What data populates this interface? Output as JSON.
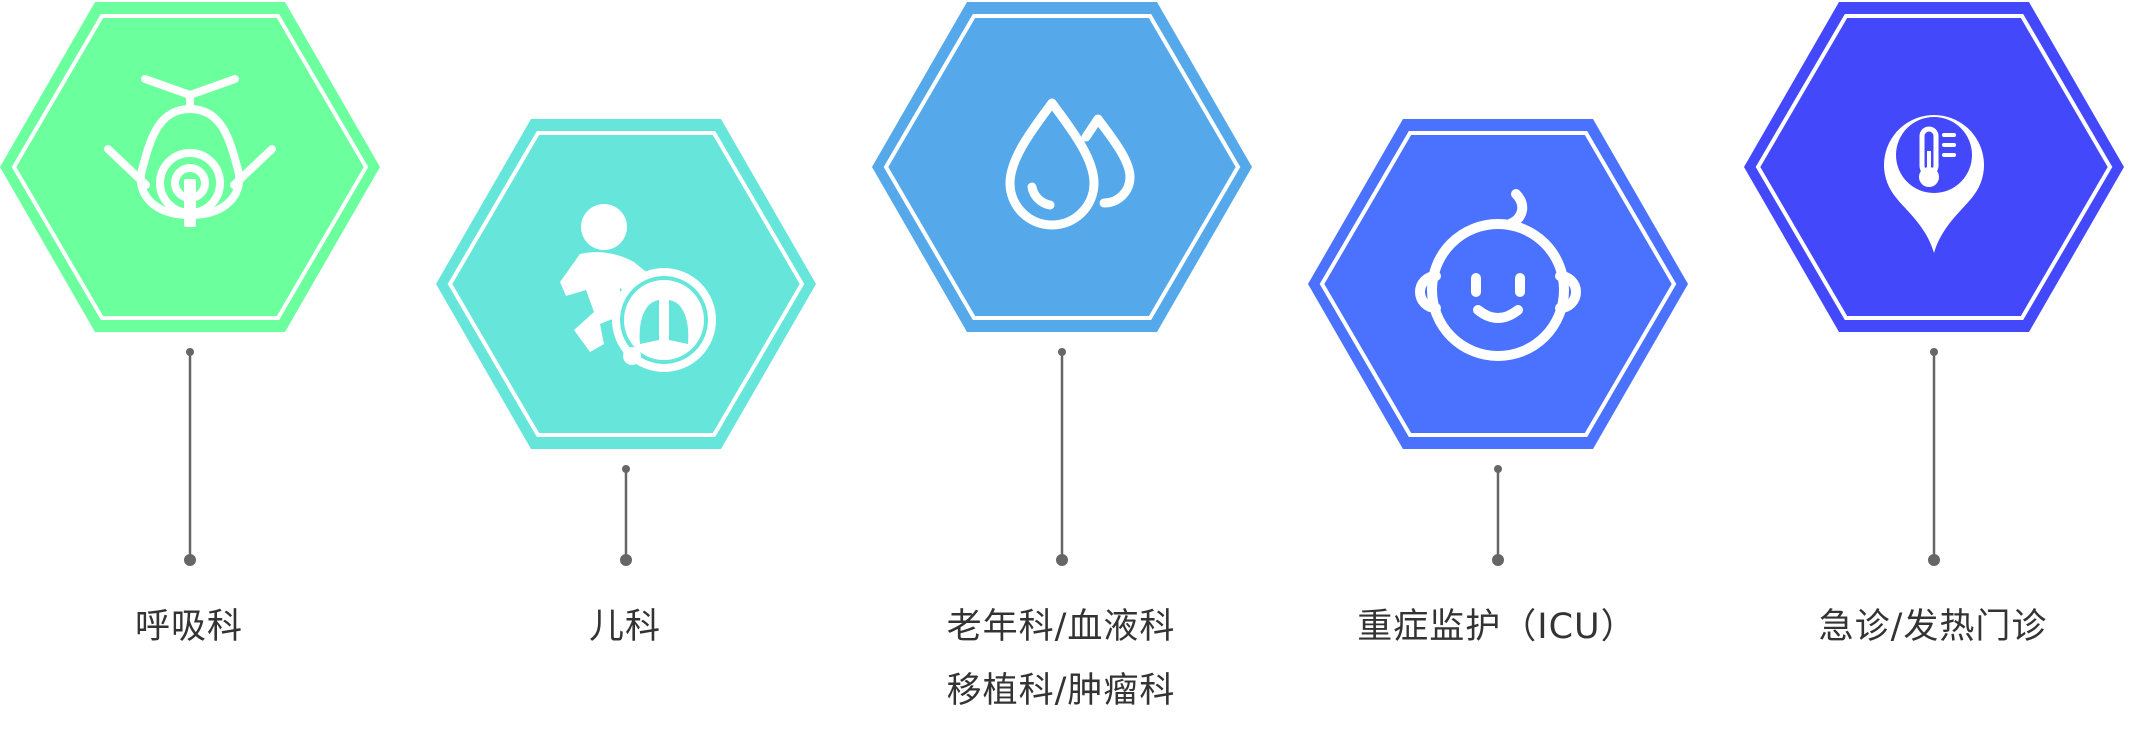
{
  "departments": [
    {
      "label_lines": [
        "呼吸科"
      ],
      "color": "#6CFF9E",
      "icon": "oxygen-mask-icon"
    },
    {
      "label_lines": [
        "儿科"
      ],
      "color": "#66E6DA",
      "icon": "baby-lungs-icon"
    },
    {
      "label_lines": [
        "老年科/血液科",
        "移植科/肿瘤科"
      ],
      "color": "#55A9EA",
      "icon": "blood-drops-icon"
    },
    {
      "label_lines": [
        "重症监护（ICU）"
      ],
      "color": "#4A72FF",
      "icon": "baby-face-icon"
    },
    {
      "label_lines": [
        "急诊/发热门诊"
      ],
      "color": "#4448FB",
      "icon": "thermometer-pin-icon"
    }
  ],
  "connector_color": "#666666"
}
